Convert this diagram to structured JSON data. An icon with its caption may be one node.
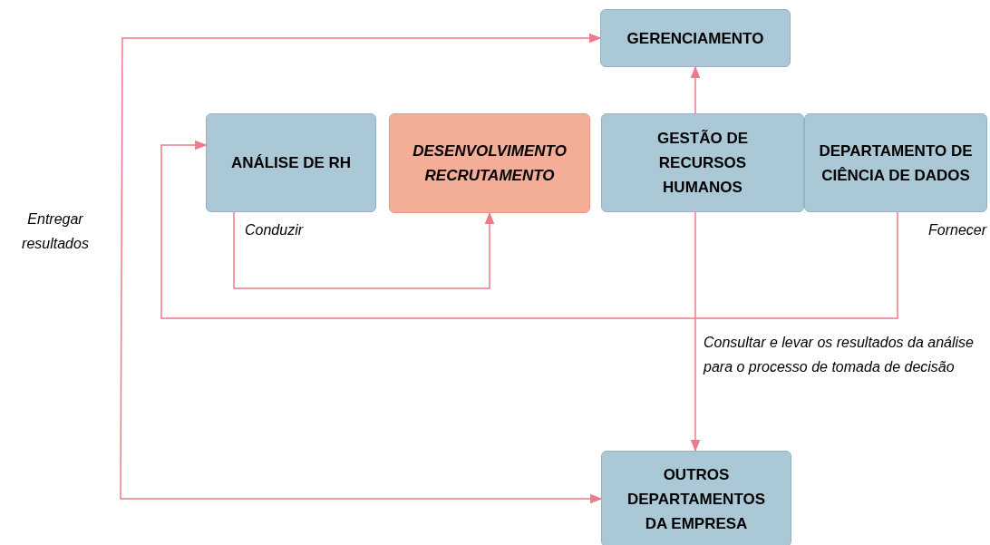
{
  "diagram": {
    "nodes": [
      {
        "text": [
          "GERENCIAMENTO"
        ]
      },
      {
        "text": [
          "ANÁLISE DE RH"
        ]
      },
      {
        "text": [
          "DESENVOLVIMENTO RECRUTAMENTO"
        ]
      },
      {
        "text": [
          "GESTÃO DE RECURSOS HUMANOS"
        ]
      },
      {
        "text": [
          "DEPARTAMENTO DE CIÊNCIA DE DADOS"
        ]
      },
      {
        "text": [
          "OUTROS DEPARTAMENTOS DA EMPRESA"
        ]
      }
    ],
    "edges": [
      {
        "from": 3,
        "to": 0,
        "arrow": "to"
      },
      {
        "from": 1,
        "to": 2,
        "arrow": "to",
        "label": "Conduzir"
      },
      {
        "from": 4,
        "to": 1,
        "arrow": "to",
        "label": "Fornecer"
      },
      {
        "from": 3,
        "to": 5,
        "arrow": "to",
        "label": "Consultar e levar os resultados da análise para o processo de tomada de decisão"
      },
      {
        "from": 0,
        "to": 5,
        "arrow": "both",
        "label": "Entregar resultados"
      }
    ]
  }
}
